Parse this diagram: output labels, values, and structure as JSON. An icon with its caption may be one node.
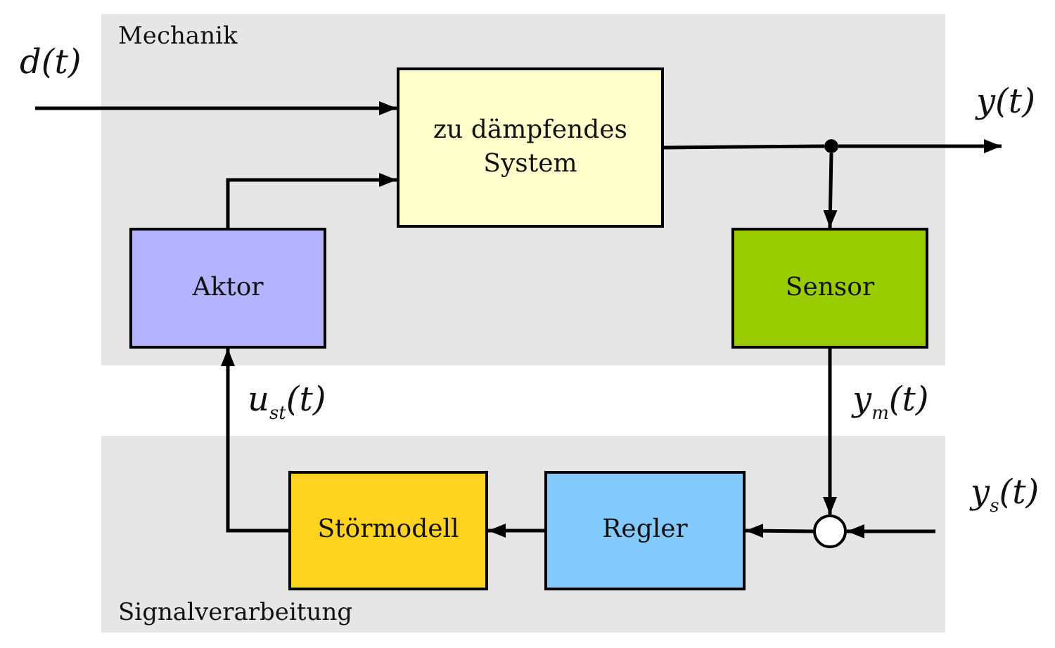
{
  "diagram": {
    "nodes": [
      {
        "text": [
          "Mechanik"
        ]
      },
      {
        "text": [
          "zu dämpfendes System"
        ],
        "in": 0
      },
      {
        "text": [
          "Aktor"
        ],
        "in": 0
      },
      {
        "text": [
          "Sensor"
        ],
        "in": 0
      },
      {
        "text": [],
        "shape": "circle",
        "in": 0
      },
      {
        "text": [
          "Signalverarbeitung"
        ]
      },
      {
        "text": [
          "Störmodell"
        ],
        "in": 5
      },
      {
        "text": [
          "Regler"
        ],
        "in": 5
      },
      {
        "text": [],
        "shape": "circle",
        "in": 5
      }
    ],
    "edges": [
      {
        "from": null,
        "to": 1,
        "arrow": "to",
        "label": "d(t)"
      },
      {
        "from": 1,
        "to": 4,
        "arrow": "none"
      },
      {
        "from": 4,
        "to": null,
        "arrow": "to",
        "label": "y(t)"
      },
      {
        "from": 4,
        "to": 3,
        "arrow": "to"
      },
      {
        "from": 3,
        "to": 8,
        "arrow": "to",
        "label": "y$_{m}$(t)"
      },
      {
        "from": null,
        "to": 8,
        "arrow": "to",
        "label": "y$_{s}$(t)"
      },
      {
        "from": 8,
        "to": 7,
        "arrow": "to"
      },
      {
        "from": 7,
        "to": 6,
        "arrow": "to"
      },
      {
        "from": 6,
        "to": 2,
        "arrow": "to",
        "label": "u$_{st}$(t)"
      },
      {
        "from": 2,
        "to": 1,
        "arrow": "to"
      }
    ]
  }
}
